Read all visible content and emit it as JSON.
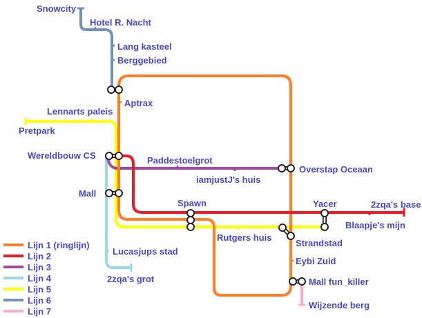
{
  "legend": [
    {
      "label": "Lijn 1 (ringlijn)",
      "color": "#ff7f27"
    },
    {
      "label": "Lijn 2",
      "color": "#ed1c24"
    },
    {
      "label": "Lijn 3",
      "color": "#a349a4"
    },
    {
      "label": "Lijn 4",
      "color": "#99d9ea"
    },
    {
      "label": "Lijn 5",
      "color": "#ffff00"
    },
    {
      "label": "Lijn 6",
      "color": "#7092be"
    },
    {
      "label": "Lijn 7",
      "color": "#ffaec9"
    }
  ],
  "stations": {
    "snowcity": "Snowcity",
    "hotel": "Hotel R. Nacht",
    "lang_kasteel": "Lang kasteel",
    "berggebied": "Berggebied",
    "aptrax": "Aptrax",
    "lennarts": "Lennarts paleis",
    "pretpark": "Pretpark",
    "wereldbouw": "Wereldbouw CS",
    "paddestoel": "Paddestoelgrot",
    "iamjustj": "iamjustJ's huis",
    "overstap": "Overstap Oceaan",
    "mall": "Mall",
    "spawn": "Spawn",
    "yacer": "Yacer",
    "base": "2zqa's base",
    "blaapje": "Blaapje's mijn",
    "rutgers": "Rutgers huis",
    "strandstad": "Strandstad",
    "lucasjups": "Lucasjups stad",
    "eybi": "Eybi Zuid",
    "grot": "2zqa's grot",
    "mall_fun": "Mall fun_killer",
    "wijzende": "Wijzende berg"
  }
}
